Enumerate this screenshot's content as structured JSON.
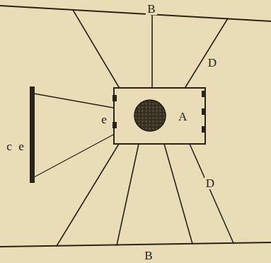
{
  "diagram": {
    "nodes": [
      {
        "text": [
          "A"
        ]
      }
    ],
    "labels": [
      "B",
      "B",
      "D",
      "D",
      "e",
      "c",
      "e"
    ]
  }
}
